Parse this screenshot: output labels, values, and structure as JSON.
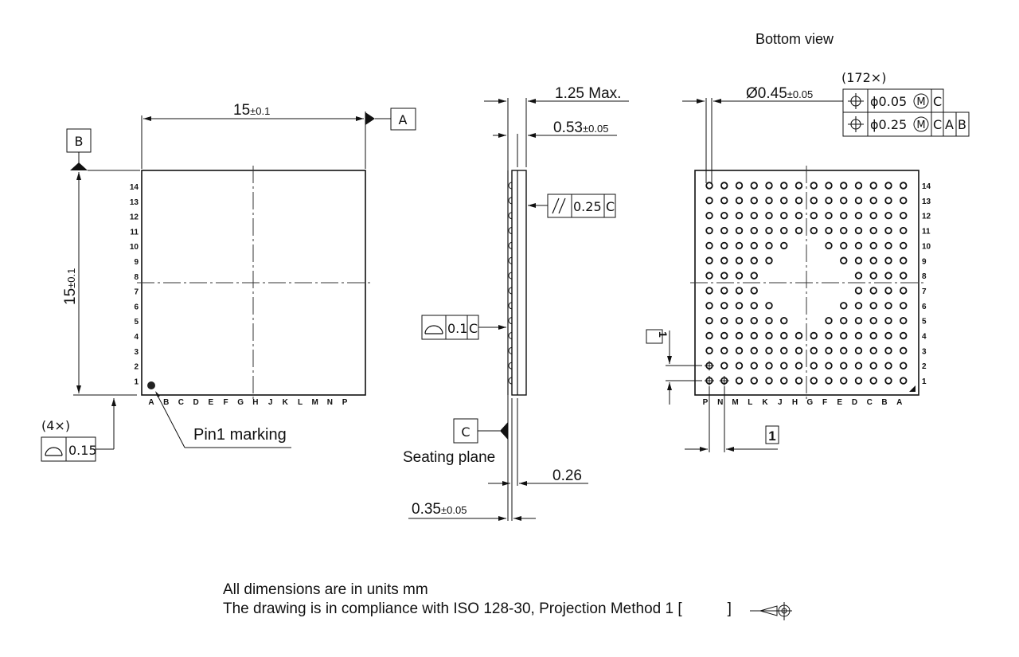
{
  "top_view": {
    "width_dim": "15",
    "width_tol": "±0.1",
    "height_dim": "15",
    "height_tol": "±0.1",
    "datum_a": "A",
    "datum_b": "B",
    "row_labels": [
      "14",
      "13",
      "12",
      "11",
      "10",
      "9",
      "8",
      "7",
      "6",
      "5",
      "4",
      "3",
      "2",
      "1"
    ],
    "col_labels": [
      "A",
      "B",
      "C",
      "D",
      "E",
      "F",
      "G",
      "H",
      "J",
      "K",
      "L",
      "M",
      "N",
      "P"
    ],
    "pin1_label": "Pin1 marking",
    "flatness_count": "(4×)",
    "flatness_value": "0.15"
  },
  "side_view": {
    "max_height": "1.25 Max.",
    "body_thickness": "0.53",
    "body_thickness_tol": "±0.05",
    "parallelism_value": "0.25",
    "parallelism_datum": "C",
    "coplanarity_value": "0.1",
    "coplanarity_datum": "C",
    "seating_datum": "C",
    "seating_label": "Seating plane",
    "standoff": "0.26",
    "ball_height": "0.35",
    "ball_height_tol": "±0.05"
  },
  "bottom_view": {
    "title": "Bottom view",
    "ball_dia": "Ø0.45",
    "ball_dia_tol": "±0.05",
    "ball_count": "(172×)",
    "fcf_row1": {
      "tol": "ϕ0.05",
      "mod": "M",
      "datums": [
        "C"
      ]
    },
    "fcf_row2": {
      "tol": "ϕ0.25",
      "mod": "M",
      "datums": [
        "C",
        "A",
        "B"
      ]
    },
    "pitch": "1",
    "row_labels": [
      "14",
      "13",
      "12",
      "11",
      "10",
      "9",
      "8",
      "7",
      "6",
      "5",
      "4",
      "3",
      "2",
      "1"
    ],
    "col_labels": [
      "P",
      "N",
      "M",
      "L",
      "K",
      "J",
      "H",
      "G",
      "F",
      "E",
      "D",
      "C",
      "B",
      "A"
    ],
    "ball_map": [
      "11111111111111",
      "11111111111111",
      "11111111111111",
      "11111111111111",
      "11111100111111",
      "11111000011111",
      "11110000001111",
      "11110000001111",
      "11111000011111",
      "11111100111111",
      "11111111111111",
      "11111111111111",
      "11111111111111",
      "11111111111111"
    ]
  },
  "notes": {
    "line1": "All dimensions are in units mm",
    "line2": "The drawing is in compliance with ISO 128-30, Projection Method 1 ["
  }
}
